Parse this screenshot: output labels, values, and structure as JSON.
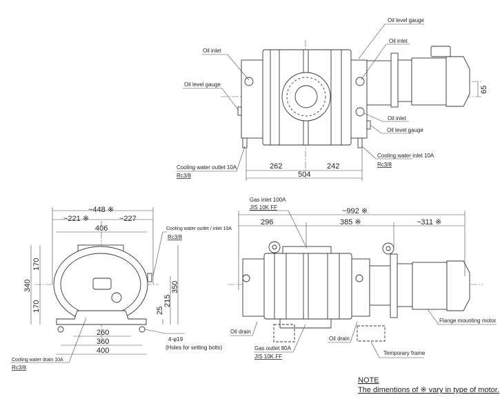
{
  "top_view": {
    "labels": {
      "oil_inlet_left": "Oil inlet",
      "oil_level_gauge_left": "Oil level gauge",
      "oil_level_gauge_top_right": "Oil level gauge",
      "oil_inlet_top_right": "Oil inlet",
      "oil_inlet_bottom_right": "Oil inlet",
      "oil_level_gauge_bottom_right": "Oil level gauge",
      "cooling_water_inlet": "Cooling water inlet   10A",
      "cooling_water_inlet_thread": "Rc3/8",
      "cooling_water_outlet": "Cooling water outlet 10A",
      "cooling_water_outlet_thread": "Rc3/8"
    },
    "dimensions": {
      "left": "262",
      "right": "242",
      "total": "504",
      "motor_offset": "65"
    }
  },
  "front_view": {
    "labels": {
      "cooling_water_outlet_inlet": "Cooling water outlet / inlet 10A",
      "cooling_water_outlet_inlet_thread": "Rc3/8",
      "holes": "4-φ19",
      "holes_note": "(Holes for setting bolts)",
      "cooling_water_drain": "Cooling water drain 10A",
      "cooling_water_drain_thread": "Rc3/8"
    },
    "dimensions": {
      "overall_width": "~448 ※",
      "left_half": "~221 ※",
      "right_half": "~227",
      "body_width": "406",
      "height_total": "340",
      "height_upper": "170",
      "height_lower": "170",
      "height_350": "350",
      "height_215": "215",
      "height_25": "25",
      "base_260": "260",
      "base_360": "360",
      "base_400": "400"
    }
  },
  "side_view": {
    "labels": {
      "gas_inlet": "Gas inlet   100A",
      "gas_inlet_std": "JIS 10K FF",
      "gas_outlet": "Gas outlet   80A",
      "gas_outlet_std": "JIS 10K FF",
      "oil_drain_left": "Oil drain",
      "oil_drain_right": "Oil drain",
      "temporary_frame": "Temporary frame",
      "flange_motor": "Flange mounting motor"
    },
    "dimensions": {
      "overall": "~992 ※",
      "seg1": "296",
      "seg2": "385 ※",
      "seg3": "~311 ※"
    }
  },
  "note": {
    "title": "NOTE",
    "text": "The dimentions of ※ vary in type of motor."
  }
}
